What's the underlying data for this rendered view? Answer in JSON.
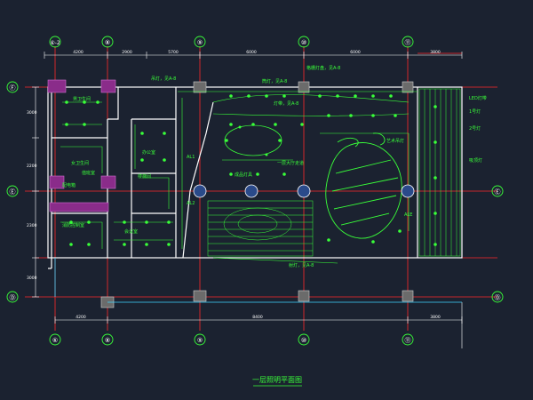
{
  "drawing": {
    "title": "一层照明平面图",
    "colors": {
      "background": "#1b2230",
      "wall": "#ffffff",
      "axis": "#ff2a2a",
      "fixture": "#39ff39",
      "annotation": "#39ff39",
      "dimension": "#ffffff",
      "column": "#b9b9b9",
      "partition": "#c040c0",
      "wire": "#3fd6ff"
    },
    "grid_top": [
      "⑥-2",
      "⑧",
      "⑨",
      "⑩",
      "⑪"
    ],
    "grid_bottom": [
      "⑥",
      "⑧",
      "⑨",
      "⑩",
      "⑪"
    ],
    "grid_left": [
      "Ⓕ",
      "Ⓔ",
      "Ⓓ"
    ],
    "grid_right": [
      "Ⓔ",
      "Ⓓ"
    ],
    "dim_top": [
      "4200",
      "2900",
      "5700",
      "6000",
      "6000",
      "3800"
    ],
    "dim_left": [
      "3000",
      "2200",
      "2300",
      "3000"
    ],
    "dim_bottom": [
      "4200",
      "8400",
      "3800"
    ],
    "annotations": [
      "吊灯，见A-8",
      "筒灯，见A-8",
      "格栅灯盘，见A-8",
      "灯带，见A-8",
      "吸顶灯",
      "一层大厅走道",
      "男卫生间",
      "女卫生间",
      "办公室",
      "会议室",
      "楼梯间",
      "配电箱",
      "消防控制室",
      "值班室",
      "成品灯具",
      "LED灯带",
      "射灯，见A-8",
      "艺术吊灯",
      "1号灯",
      "2号灯",
      "AL1",
      "AL2",
      "ALE"
    ]
  }
}
